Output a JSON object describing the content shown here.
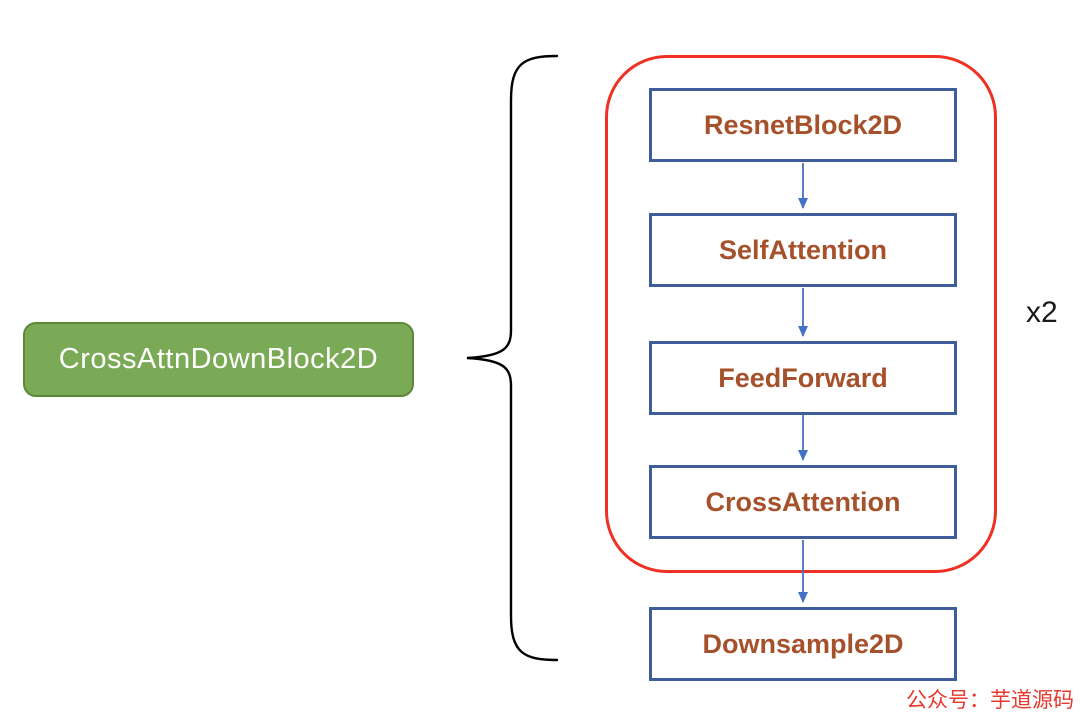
{
  "main_block": {
    "label": "CrossAttnDownBlock2D"
  },
  "repeat_group": {
    "repeat_label": "x2",
    "blocks": [
      {
        "label": "ResnetBlock2D"
      },
      {
        "label": "SelfAttention"
      },
      {
        "label": "FeedForward"
      },
      {
        "label": "CrossAttention"
      }
    ]
  },
  "downsample_block": {
    "label": "Downsample2D"
  },
  "watermark": "公众号：芋道源码",
  "colors": {
    "main_fill": "#7baa56",
    "main_border": "#5e8638",
    "main_text": "#ffffff",
    "block_border": "#3f5d9a",
    "block_text": "#a5512b",
    "arrow": "#4472c4",
    "loop_outline": "#ef3124",
    "brace": "#000000",
    "repeat_text": "#1a1a1a",
    "watermark_text": "#e8372c"
  }
}
